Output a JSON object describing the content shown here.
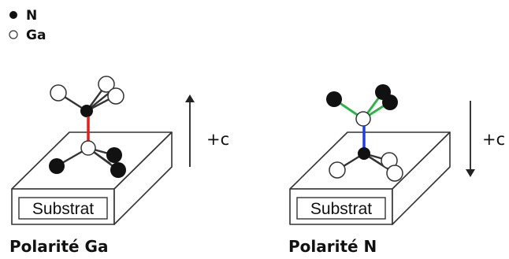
{
  "legend": {
    "n_label": "N",
    "ga_label": "Ga"
  },
  "colors": {
    "n_atom": "#111111",
    "ga_atom": "#ffffff",
    "ga_polarity_bond": "#e0201c",
    "n_polarity_bond": "#1f3fe0",
    "n_polarity_side_bonds": "#2db34a"
  },
  "panels": [
    {
      "substrate_label": "Substrat",
      "axis_label": "+c",
      "axis_direction": "up",
      "caption": "Polarité Ga"
    },
    {
      "substrate_label": "Substrat",
      "axis_label": "+c",
      "axis_direction": "down",
      "caption": "Polarité N"
    }
  ]
}
